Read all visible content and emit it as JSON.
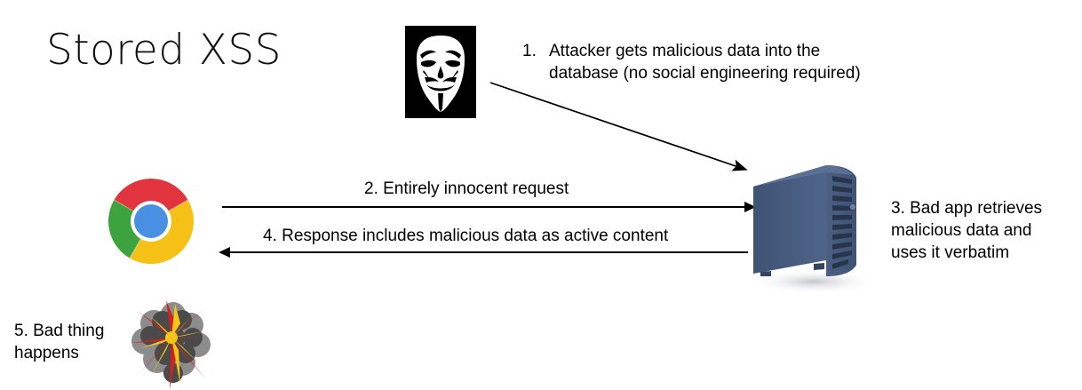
{
  "slide": {
    "title": "Stored XSS",
    "background_color": "#ffffff"
  },
  "steps": [
    {
      "id": "step-1",
      "number": "1.",
      "line1": "Attacker gets malicious data into the",
      "line2": "database (no social engineering required)",
      "full_text": "1. Attacker gets malicious data into the database (no social engineering required)"
    },
    {
      "id": "step-2",
      "full_text": "2. Entirely innocent request"
    },
    {
      "id": "step-3",
      "line1": "3. Bad app retrieves",
      "line2": "malicious data and",
      "line3": "uses it verbatim",
      "full_text": "3. Bad app retrieves malicious data and uses it verbatim"
    },
    {
      "id": "step-4",
      "full_text": "4. Response includes malicious data as active content"
    },
    {
      "id": "step-5",
      "line1": "5. Bad thing",
      "line2": "happens",
      "full_text": "5. Bad thing happens"
    }
  ],
  "figures": {
    "attacker": {
      "icon": "anonymous-mask-icon",
      "label": "Guy Fawkes mask on black square",
      "background_color": "#000000",
      "mask_color": "#ffffff"
    },
    "browser": {
      "icon": "chrome-logo-icon",
      "label": "Google Chrome browser",
      "colors": {
        "red": "#e1343f",
        "yellow": "#f5c116",
        "green": "#3da33f",
        "blue": "#4a90e2",
        "white_ring": "#ffffff"
      }
    },
    "server": {
      "icon": "server-tower-icon",
      "label": "Server tower with vent slots",
      "colors": {
        "front": "#4a5f82",
        "side": "#3c4f6e",
        "top": "#5a6e8f",
        "vent": "#2a3850",
        "shadow": "#d8dadd"
      }
    },
    "explosion": {
      "icon": "explosion-icon",
      "label": "Cartoon explosion with smoke",
      "colors": {
        "smoke_dark": "#4a4a4a",
        "smoke_light": "#8c8c8c",
        "flame_red": "#d41f1f",
        "flame_yellow": "#f5c518"
      }
    }
  },
  "arrows": [
    {
      "id": "arrow-1",
      "from": "attacker",
      "to": "server",
      "direction": "diagonal-down-right",
      "step": "1"
    },
    {
      "id": "arrow-2",
      "from": "browser",
      "to": "server",
      "direction": "right",
      "step": "2"
    },
    {
      "id": "arrow-4",
      "from": "server",
      "to": "browser",
      "direction": "left",
      "step": "4"
    }
  ]
}
